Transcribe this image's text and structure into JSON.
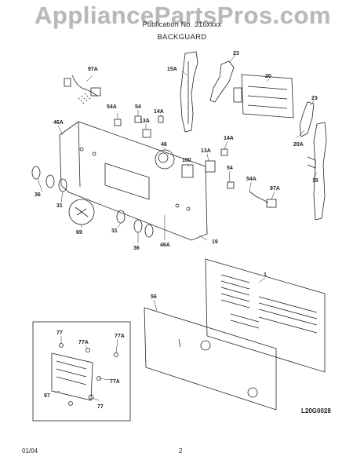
{
  "watermark": "AppliancePartsPros.com",
  "header": {
    "publication": "Publication No. 316xxxx",
    "title": "BACKGUARD"
  },
  "footer": {
    "date": "01/04",
    "page": "2"
  },
  "drawing_code": "L20G0028",
  "part_labels": [
    {
      "id": "97A-top",
      "text": "97A"
    },
    {
      "id": "15A",
      "text": "15A"
    },
    {
      "id": "23-top",
      "text": "23"
    },
    {
      "id": "20",
      "text": "20"
    },
    {
      "id": "23-right",
      "text": "23"
    },
    {
      "id": "54A-left",
      "text": "54A"
    },
    {
      "id": "54-top",
      "text": "54"
    },
    {
      "id": "14A-top",
      "text": "14A"
    },
    {
      "id": "13A-left",
      "text": "13A"
    },
    {
      "id": "46A-left",
      "text": "46A"
    },
    {
      "id": "20A",
      "text": "20A"
    },
    {
      "id": "46",
      "text": "46"
    },
    {
      "id": "14A-mid",
      "text": "14A"
    },
    {
      "id": "13A-mid",
      "text": "13A"
    },
    {
      "id": "100",
      "text": "100"
    },
    {
      "id": "15",
      "text": "15"
    },
    {
      "id": "54-mid",
      "text": "54"
    },
    {
      "id": "54A-mid",
      "text": "54A"
    },
    {
      "id": "36-left",
      "text": "36"
    },
    {
      "id": "31-left",
      "text": "31"
    },
    {
      "id": "69",
      "text": "69"
    },
    {
      "id": "97A-mid",
      "text": "97A"
    },
    {
      "id": "31-bottom",
      "text": "31"
    },
    {
      "id": "36-bottom",
      "text": "36"
    },
    {
      "id": "46A-bottom",
      "text": "46A"
    },
    {
      "id": "19",
      "text": "19"
    },
    {
      "id": "1",
      "text": "1"
    },
    {
      "id": "56",
      "text": "56"
    },
    {
      "id": "77-inset-top",
      "text": "77"
    },
    {
      "id": "77A-inset-1",
      "text": "77A"
    },
    {
      "id": "77A-inset-2",
      "text": "77A"
    },
    {
      "id": "97",
      "text": "97"
    },
    {
      "id": "77A-inset-3",
      "text": "77A"
    },
    {
      "id": "77-inset-bottom",
      "text": "77"
    }
  ]
}
